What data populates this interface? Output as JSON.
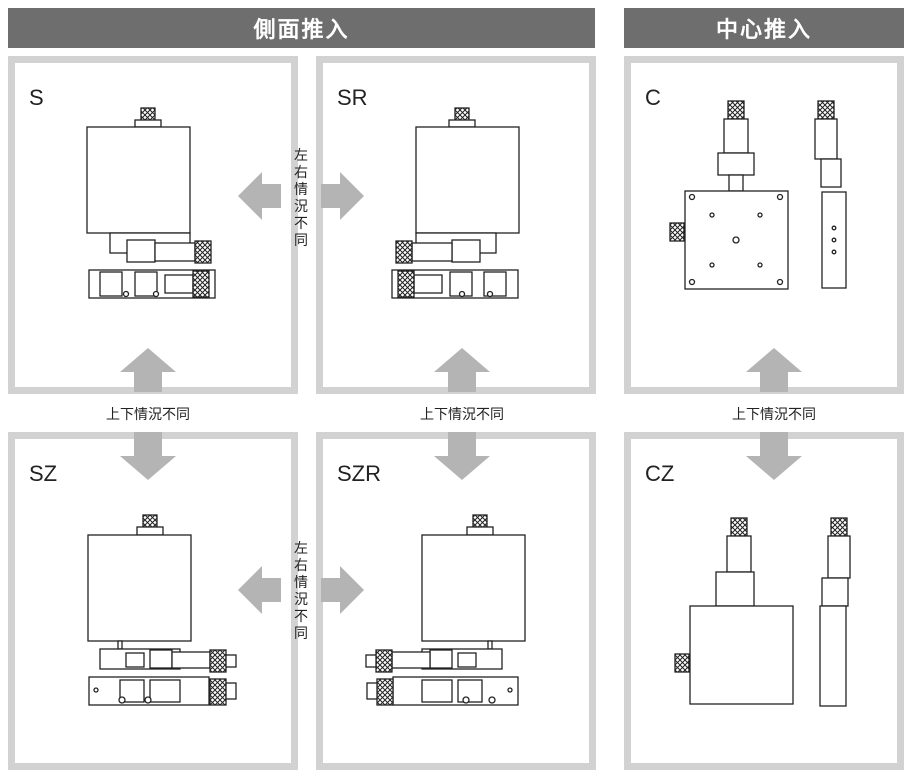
{
  "headers": {
    "side": "側面推入",
    "center": "中心推入"
  },
  "panels": {
    "s": "S",
    "sr": "SR",
    "c": "C",
    "sz": "SZ",
    "szr": "SZR",
    "cz": "CZ"
  },
  "captions": {
    "updown_1": "上下情況不同",
    "updown_2": "上下情況不同",
    "updown_3": "上下情況不同",
    "leftright_top": [
      "左",
      "右",
      "情",
      "況",
      "不",
      "同"
    ],
    "leftright_bottom": [
      "左",
      "右",
      "情",
      "況",
      "不",
      "同"
    ]
  },
  "colors": {
    "header_bg": "#6e6e6e",
    "panel_border": "#d2d2d2",
    "arrow": "#b4b4b4"
  }
}
